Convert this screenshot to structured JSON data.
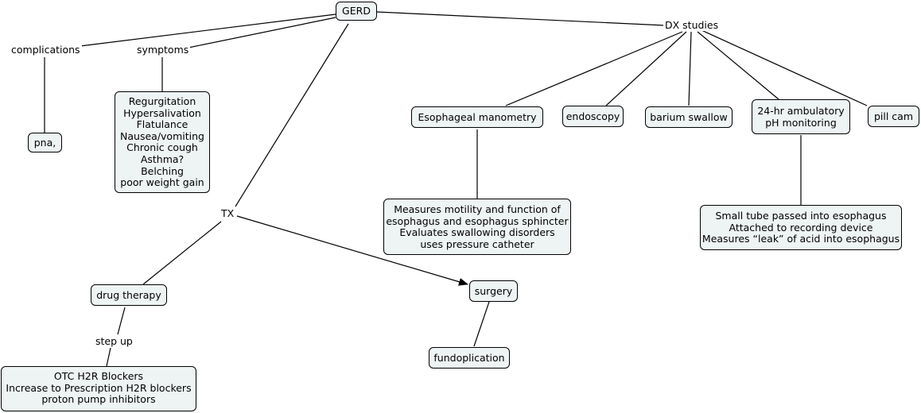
{
  "colors": {
    "node_fill": "#eef3f4",
    "node_border": "#000000",
    "line": "#000000",
    "background": "#ffffff"
  },
  "concepts": {
    "gerd": "GERD",
    "pna": "pna,",
    "symptoms_list": "Regurgitation\nHypersalivation\nFlatulance\nNausea/vomiting\nChronic cough\nAsthma?\nBelching\npoor weight gain",
    "esophageal_manometry": "Esophageal manometry",
    "endoscopy": "endoscopy",
    "barium_swallow": "barium swallow",
    "ph_monitoring": "24-hr ambulatory\npH monitoring",
    "pill_cam": "pill cam",
    "manometry_desc": "Measures motility and function of\nesophagus and esophagus sphincter\nEvaluates swallowing disorders\nuses pressure catheter",
    "ph_desc": "Small tube passed into esophagus\nAttached to recording device\nMeasures “leak” of acid into esophagus",
    "drug_therapy": "drug therapy",
    "surgery": "surgery",
    "fundoplication": "fundoplication",
    "drug_steps": "OTC H2R Blockers\nIncrease to  Prescription H2R blockers\nproton pump inhibitors"
  },
  "linking_phrases": {
    "complications": "complications",
    "symptoms": "symptoms",
    "dx_studies": "DX studies",
    "tx": "TX",
    "step_up": "step up"
  }
}
